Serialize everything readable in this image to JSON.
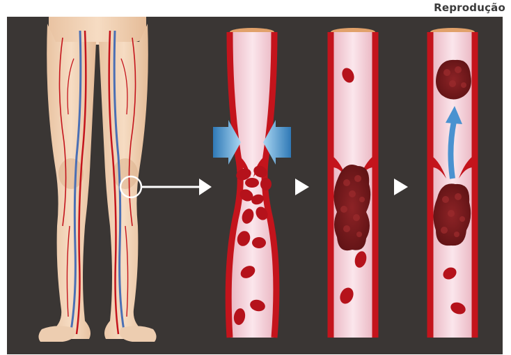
{
  "credit": "Reprodução",
  "illustration": {
    "subject": "deep-vein-thrombosis",
    "stages": 3,
    "icons": [
      "legs-anatomy",
      "arrow-right",
      "compression-arrows",
      "blood-clot",
      "embolus-upward-arrow"
    ]
  },
  "colors": {
    "background": "#3a3634",
    "vessel_wall": "#c4141c",
    "vessel_inner": "#f3cfd6",
    "red_cell": "#b5121b",
    "clot": "#7a1a1c",
    "skin": "#f0d2b6",
    "compression_arrow": "#5aa9df"
  }
}
